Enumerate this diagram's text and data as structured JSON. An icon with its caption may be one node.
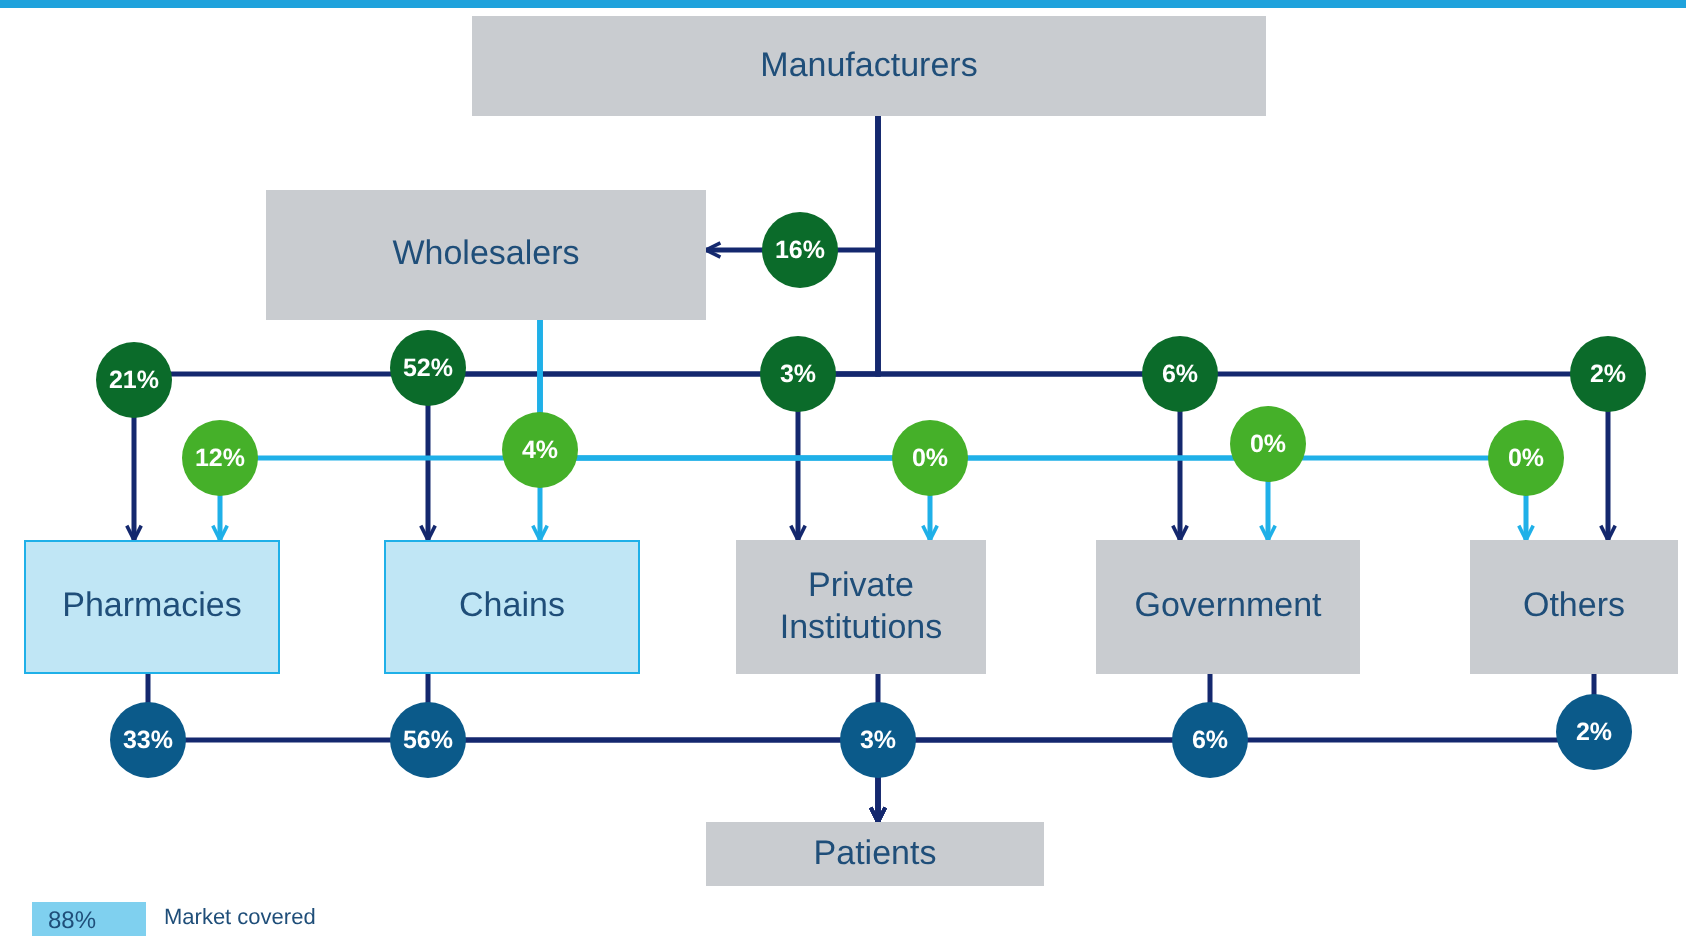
{
  "diagram": {
    "nodes": [
      {
        "text": [
          "Manufacturers"
        ]
      },
      {
        "text": [
          "Wholesalers"
        ]
      },
      {
        "text": [
          "Pharmacies"
        ]
      },
      {
        "text": [
          "Chains"
        ]
      },
      {
        "text": [
          "Private Institutions"
        ]
      },
      {
        "text": [
          "Government"
        ]
      },
      {
        "text": [
          "Others"
        ]
      },
      {
        "text": [
          "Patients"
        ]
      }
    ],
    "edges": [
      {
        "from": 0,
        "to": 1,
        "arrow": "to",
        "label": "16%"
      },
      {
        "from": 0,
        "to": 2,
        "arrow": "to",
        "label": "21%"
      },
      {
        "from": 0,
        "to": 3,
        "arrow": "to",
        "label": "52%"
      },
      {
        "from": 0,
        "to": 4,
        "arrow": "to",
        "label": "3%"
      },
      {
        "from": 0,
        "to": 5,
        "arrow": "to",
        "label": "6%"
      },
      {
        "from": 0,
        "to": 6,
        "arrow": "to",
        "label": "2%"
      },
      {
        "from": 1,
        "to": 2,
        "arrow": "to",
        "label": "12%",
        "color": "#1fb0e8"
      },
      {
        "from": 1,
        "to": 3,
        "arrow": "to",
        "label": "4%",
        "color": "#1fb0e8"
      },
      {
        "from": 1,
        "to": 4,
        "arrow": "to",
        "label": "0%",
        "color": "#1fb0e8"
      },
      {
        "from": 1,
        "to": 5,
        "arrow": "to",
        "label": "0%",
        "color": "#1fb0e8"
      },
      {
        "from": 1,
        "to": 6,
        "arrow": "to",
        "label": "0%",
        "color": "#1fb0e8"
      },
      {
        "from": 2,
        "to": 7,
        "arrow": "to",
        "label": "33%"
      },
      {
        "from": 3,
        "to": 7,
        "arrow": "to",
        "label": "56%"
      },
      {
        "from": 4,
        "to": 7,
        "arrow": "to",
        "label": "3%"
      },
      {
        "from": 5,
        "to": 7,
        "arrow": "to",
        "label": "6%"
      },
      {
        "from": 6,
        "to": 7,
        "arrow": "to",
        "label": "2%"
      }
    ],
    "labels": [
      "88%"
    ],
    "legend": [
      {
        "text": "Market covered",
        "color": "#7fd0ef"
      }
    ]
  }
}
